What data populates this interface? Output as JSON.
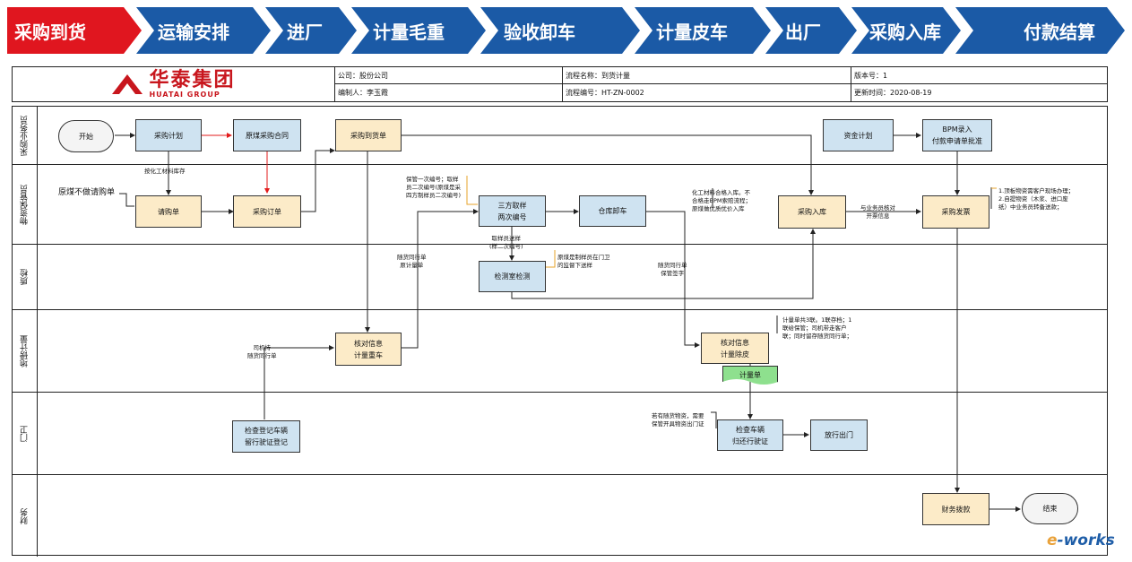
{
  "banner": {
    "steps": [
      "采购到货",
      "运输安排",
      "进厂",
      "计量毛重",
      "验收卸车",
      "计量皮车",
      "出厂",
      "采购入库",
      "付款结算"
    ],
    "colors": {
      "first": "#e0161f",
      "rest": "#1b5aa6"
    }
  },
  "header": {
    "logo_cn": "华泰集团",
    "logo_en": "HUATAI GROUP",
    "company": "公司：股份公司",
    "process_name": "流程名称：到货计量",
    "version": "版本号：1",
    "editor": "编制人：李玉霞",
    "process_no": "流程编号：HT-ZN-0002",
    "update_time": "更新时间：2020-08-19"
  },
  "lanes": [
    "采购业务员",
    "物资保管员",
    "质检",
    "地磅计量",
    "门卫",
    "财务"
  ],
  "nodes": {
    "start": "开始",
    "purchase_plan": "采购计划",
    "coal_contract": "原煤采购合同",
    "arrival_order": "采购到货单",
    "fund_plan": "资金计划",
    "bpm_l1": "BPM录入",
    "bpm_l2": "付款申请单批准",
    "requisition": "请购单",
    "purchase_order": "采购订单",
    "sampling_l1": "三方取样",
    "sampling_l2": "两次编号",
    "warehouse_unload": "仓库卸车",
    "purchase_instock": "采购入库",
    "purchase_invoice": "采购发票",
    "lab_test": "检测室检测",
    "weigh_gross_l1": "核对信息",
    "weigh_gross_l2": "计量重车",
    "weigh_tare_l1": "核对信息",
    "weigh_tare_l2": "计量除皮",
    "weigh_doc": "计量单",
    "gate_register_l1": "检查登记车辆",
    "gate_register_l2": "留行驶证登记",
    "gate_check_l1": "检查车辆",
    "gate_check_l2": "归还行驶证",
    "release": "放行出门",
    "finance_pay": "财务拨款",
    "end": "结束"
  },
  "notes": {
    "chem_stock": "按化工材料库存",
    "coal_no_req": "原煤不做请购单",
    "keeper_first": "保管一次编号；取样\n员二次编号(原煤是采\n四方制样员二次编号)",
    "with_doc": "随货同行单\n原计量单",
    "sample_second": "取样员送样\n(样二次编号)",
    "coal_sample": "原煤是制样员在门卫\n的监督下送样",
    "keeper_sign": "随货同行单\n保管签字",
    "chem_bpm": "化工材料合格入库。不\n合格走BPM索赔流程；\n原煤做优质优价入库",
    "verify_invoice": "与业务员核对\n开票信息",
    "invoice_rules": "1.顶板物资需客户现场办理；\n2.自提物资（木浆、进口废\n纸）中业务员转备送款；",
    "driver_doc": "司机持\n随货同行单",
    "weigh_doc_note": "计量单共3联。1联存档；1\n联给保管；司机带走客户\n联；同时留存随货同行单；",
    "gate_note": "若有随货物资，需要\n保管开具物资出门证"
  },
  "watermark": {
    "e": "e",
    "rest": "-works"
  }
}
